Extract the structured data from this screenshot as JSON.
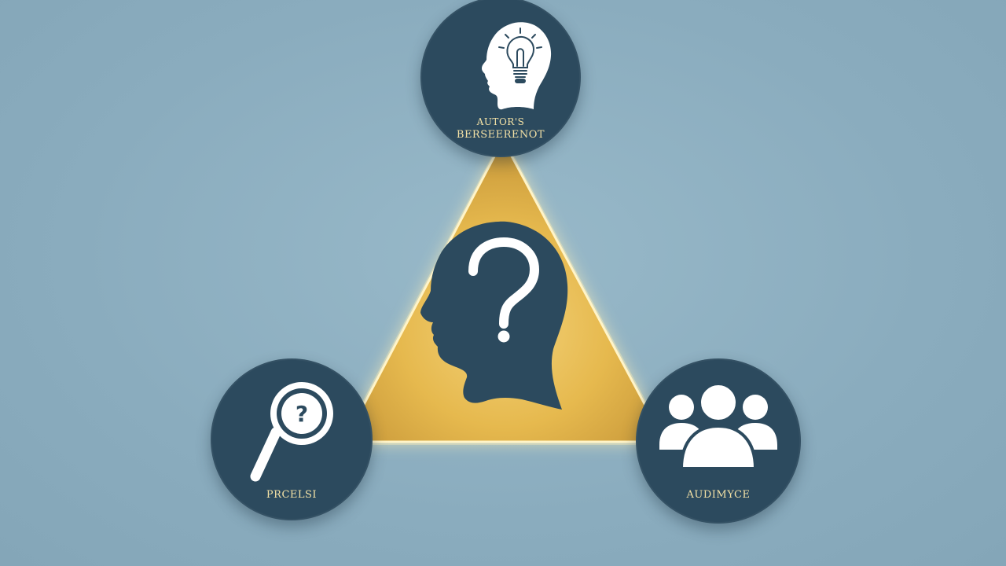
{
  "colors": {
    "background": "#8eb0c1",
    "circle": "#2c4a5e",
    "triangle": "#e8c15a",
    "icon": "#ffffff",
    "label": "#f4e2a6"
  },
  "center": {
    "icon": "head-question-icon"
  },
  "nodes": {
    "top": {
      "icon": "head-lightbulb-icon",
      "label_line1": "AUTOR'S",
      "label_line2": "BERSEERENOT"
    },
    "left": {
      "icon": "magnifier-question-icon",
      "label": "PRCELSI"
    },
    "right": {
      "icon": "people-group-icon",
      "label": "AUDIMYCE"
    }
  }
}
